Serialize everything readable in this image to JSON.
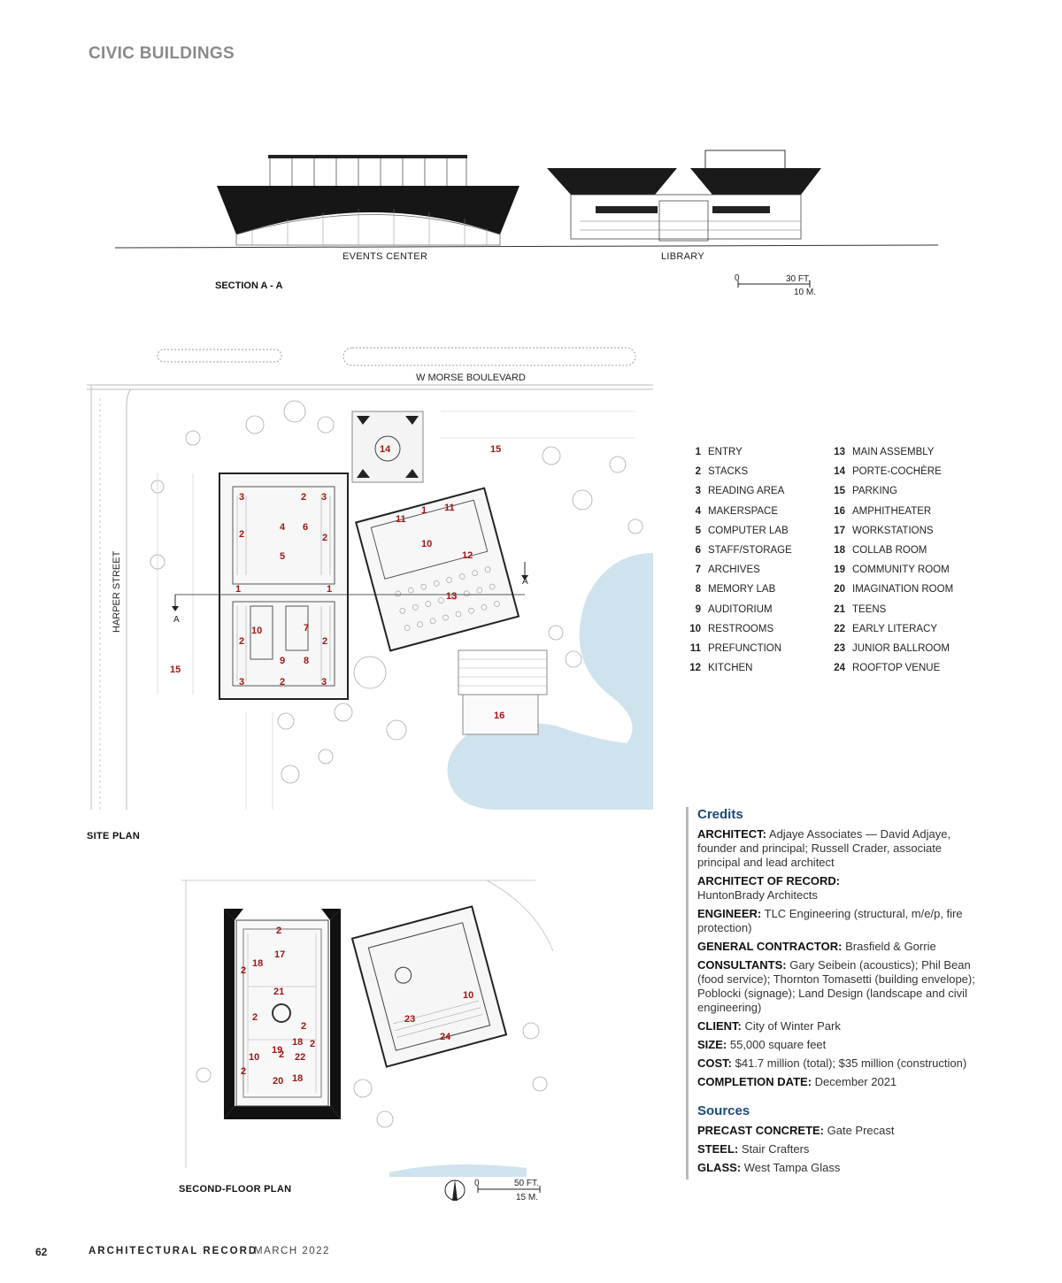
{
  "header": {
    "section": "CIVIC BUILDINGS"
  },
  "section_drawing": {
    "caption": "SECTION A - A",
    "events_label": "EVENTS CENTER",
    "library_label": "LIBRARY",
    "scale": {
      "zero": "0",
      "ft": "30 FT.",
      "m": "10 M."
    }
  },
  "site_plan": {
    "caption": "SITE PLAN",
    "street_top": "W MORSE BOULEVARD",
    "street_left": "HARPER STREET",
    "section_marker": "A",
    "room_numbers": [
      "14",
      "15",
      "15",
      "16",
      "1",
      "1",
      "1",
      "2",
      "2",
      "2",
      "2",
      "2",
      "2",
      "3",
      "3",
      "3",
      "3",
      "4",
      "5",
      "6",
      "7",
      "8",
      "9",
      "10",
      "10",
      "11",
      "11",
      "12",
      "13"
    ]
  },
  "second_floor": {
    "caption": "SECOND-FLOOR PLAN",
    "scale": {
      "zero": "0",
      "ft": "50 FT.",
      "m": "15 M."
    },
    "room_numbers": [
      "2",
      "17",
      "18",
      "21",
      "2",
      "2",
      "2",
      "23",
      "24",
      "10",
      "18",
      "19",
      "22",
      "2",
      "10",
      "2",
      "20",
      "18",
      "2"
    ]
  },
  "legend": [
    {
      "num": "1",
      "label": "ENTRY"
    },
    {
      "num": "2",
      "label": "STACKS"
    },
    {
      "num": "3",
      "label": "READING AREA"
    },
    {
      "num": "4",
      "label": "MAKERSPACE"
    },
    {
      "num": "5",
      "label": "COMPUTER LAB"
    },
    {
      "num": "6",
      "label": "STAFF/STORAGE"
    },
    {
      "num": "7",
      "label": "ARCHIVES"
    },
    {
      "num": "8",
      "label": "MEMORY LAB"
    },
    {
      "num": "9",
      "label": "AUDITORIUM"
    },
    {
      "num": "10",
      "label": "RESTROOMS"
    },
    {
      "num": "11",
      "label": "PREFUNCTION"
    },
    {
      "num": "12",
      "label": "KITCHEN"
    },
    {
      "num": "13",
      "label": "MAIN ASSEMBLY"
    },
    {
      "num": "14",
      "label": "PORTE-COCHÈRE"
    },
    {
      "num": "15",
      "label": "PARKING"
    },
    {
      "num": "16",
      "label": "AMPHITHEATER"
    },
    {
      "num": "17",
      "label": "WORKSTATIONS"
    },
    {
      "num": "18",
      "label": "COLLAB ROOM"
    },
    {
      "num": "19",
      "label": "COMMUNITY ROOM"
    },
    {
      "num": "20",
      "label": "IMAGINATION ROOM"
    },
    {
      "num": "21",
      "label": "TEENS"
    },
    {
      "num": "22",
      "label": "EARLY LITERACY"
    },
    {
      "num": "23",
      "label": "JUNIOR BALLROOM"
    },
    {
      "num": "24",
      "label": "ROOFTOP VENUE"
    }
  ],
  "credits": {
    "title": "Credits",
    "items": [
      {
        "key": "ARCHITECT:",
        "value": "Adjaye Associates — David Adjaye, founder and principal; Russell Crader, associate principal and lead architect"
      },
      {
        "key": "ARCHITECT OF RECORD:",
        "value": "HuntonBrady Architects"
      },
      {
        "key": "ENGINEER:",
        "value": "TLC Engineering (structural, m/e/p, fire protection)"
      },
      {
        "key": "GENERAL CONTRACTOR:",
        "value": "Brasfield & Gorrie"
      },
      {
        "key": "CONSULTANTS:",
        "value": "Gary Seibein (acoustics); Phil Bean (food service); Thornton Tomasetti (building envelope); Poblocki (signage); Land Design (landscape and civil engineering)"
      },
      {
        "key": "CLIENT:",
        "value": "City of Winter Park"
      },
      {
        "key": "SIZE:",
        "value": "55,000 square feet"
      },
      {
        "key": "COST:",
        "value": "$41.7 million (total); $35 million (construction)"
      },
      {
        "key": "COMPLETION DATE:",
        "value": "December 2021"
      }
    ]
  },
  "sources": {
    "title": "Sources",
    "items": [
      {
        "key": "PRECAST CONCRETE:",
        "value": "Gate Precast"
      },
      {
        "key": "STEEL:",
        "value": "Stair Crafters"
      },
      {
        "key": "GLASS:",
        "value": "West Tampa Glass"
      }
    ]
  },
  "footer": {
    "page": "62",
    "publication": "ARCHITECTURAL RECORD",
    "date": "MARCH 2022"
  },
  "colors": {
    "accent": "#1c4a78",
    "room_number": "#a01616",
    "water": "#cfe3ee",
    "header_gray": "#8a8a8a"
  }
}
